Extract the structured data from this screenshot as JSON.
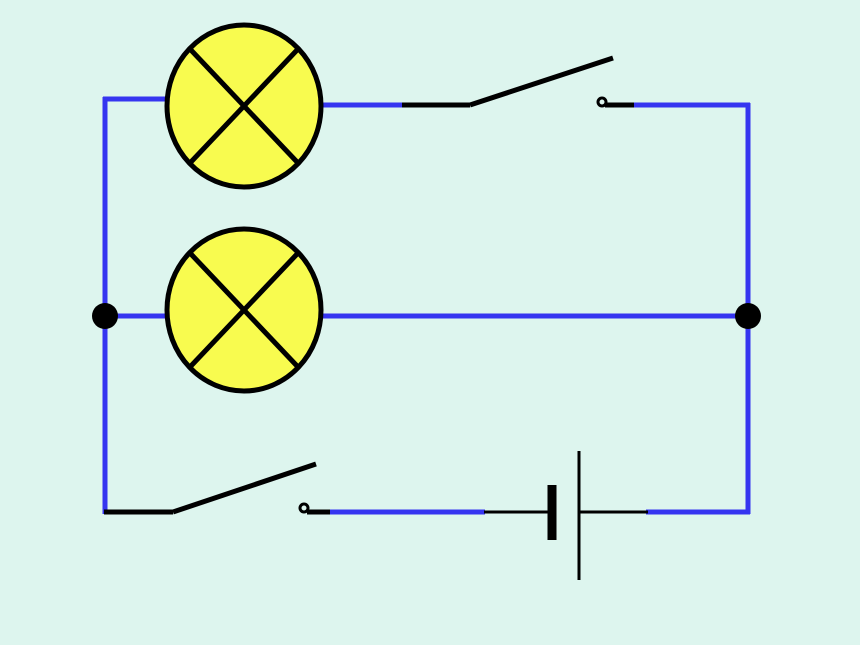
{
  "diagram": {
    "type": "circuit-schematic",
    "background_color": "#ddf5ee",
    "wire_color": "#3535f0",
    "component_color": "#000000",
    "lamp_fill_color": "#f8fb4f",
    "components": [
      {
        "kind": "lamp",
        "role": "upper lamp"
      },
      {
        "kind": "lamp",
        "role": "lower lamp"
      },
      {
        "kind": "switch",
        "role": "branch switch",
        "state": "open"
      },
      {
        "kind": "switch",
        "role": "main switch",
        "state": "open"
      },
      {
        "kind": "battery",
        "role": "cell"
      },
      {
        "kind": "junction",
        "role": "left junction"
      },
      {
        "kind": "junction",
        "role": "right junction"
      }
    ]
  }
}
